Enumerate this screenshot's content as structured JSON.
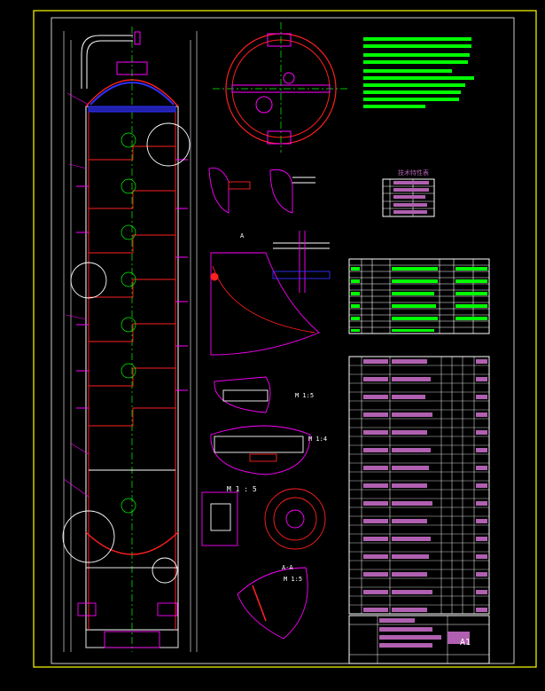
{
  "colors": {
    "background": "#000000",
    "frame": "#ffff00",
    "vessel": "#ffffff",
    "shell": "#ff2020",
    "part": "#ff00ff",
    "center": "#00ff00",
    "weld": "#3030ff",
    "dim": "#00ffff",
    "fill": "#00ff00",
    "label": "#b060b0"
  },
  "labels": {
    "tech_table_title": "技术特性表",
    "view_a": "A",
    "scale_1": "M 1:5",
    "scale_2": "M 1:4",
    "scale_3": "M 1 : 5",
    "section_aa": "A-A",
    "scale_4": "M 1:5",
    "sheet_size": "A1"
  }
}
